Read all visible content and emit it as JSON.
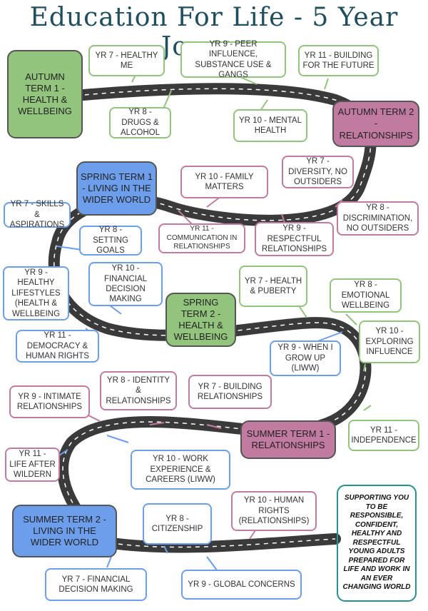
{
  "title": "Education For Life - 5 Year Journey",
  "terms": {
    "autumn1": "AUTUMN TERM 1 - HEALTH & WELLBEING",
    "autumn2": "AUTUMN TERM 2 - RELATIONSHIPS",
    "spring1": "SPRING TERM 1 - LIVING IN THE WIDER WORLD",
    "spring2": "SPRING TERM 2 - HEALTH & WELLBEING",
    "summer1": "SUMMER TERM 1 - RELATIONSHIPS",
    "summer2": "SUMMER TERM 2 - LIVING IN THE WIDER WORLD"
  },
  "topics": {
    "a1_y7": "YR 7 - HEALTHY ME",
    "a1_y8": "YR 8 - DRUGS & ALCOHOL",
    "a1_y9": "YR 9 - PEER INFLUENCE, SUBSTANCE USE & GANGS",
    "a1_y10": "YR 10 - MENTAL HEALTH",
    "a1_y11": "YR 11 - BUILDING FOR THE FUTURE",
    "a2_y7": "YR 7 - DIVERSITY, NO OUTSIDERS",
    "a2_y8": "YR 8 - DISCRIMINATION, NO OUTSIDERS",
    "a2_y9": "YR 9 - RESPECTFUL RELATIONSHIPS",
    "a2_y10": "YR 10 - FAMILY MATTERS",
    "a2_y11": "YR 11 - COMMUNICATION IN RELATIONSHIPS",
    "s1_y7": "YR 7 - SKILLS & ASPIRATIONS",
    "s1_y8": "YR 8 - SETTING GOALS",
    "s1_y9": "YR 9 - HEALTHY LIFESTYLES (HEALTH & WELLBEING",
    "s1_y10": "YR 10 - FINANCIAL DECISION MAKING",
    "s1_y11": "YR 11 - DEMOCRACY & HUMAN RIGHTS",
    "s2_y7": "YR 7 - HEALTH & PUBERTY",
    "s2_y8": "YR 8 - EMOTIONAL WELLBEING",
    "s2_y9": "YR 9 - WHEN I GROW UP (LIWW)",
    "s2_y10": "YR 10 - EXPLORING INFLUENCE",
    "s2_y11": "YR 11 - INDEPENDENCE",
    "su1_y7": "YR 7 - BUILDING RELATIONSHIPS",
    "su1_y8": "YR 8 - IDENTITY & RELATIONSHIPS",
    "su1_y9": "YR 9 - INTIMATE RELATIONSHIPS",
    "su1_y10": "YR 10 - WORK EXPERIENCE & CAREERS (LIWW)",
    "su1_y11": "YR 11 - LIFE AFTER WILDERN",
    "su2_y7": "YR 7 - FINANCIAL DECISION MAKING",
    "su2_y8": "YR 8 - CITIZENSHIP",
    "su2_y9": "YR 9 - GLOBAL CONCERNS",
    "su2_y10": "YR 10 - HUMAN RIGHTS (RELATIONSHIPS)"
  },
  "mission": "SUPPORTING YOU TO BE RESPONSIBLE, CONFIDENT, HEALTHY AND RESPECTFUL YOUNG ADULTS PREPARED FOR LIFE AND WORK IN AN EVER CHANGING WORLD",
  "colors": {
    "green": "#93c47d",
    "pink": "#c27ba0",
    "blue": "#6d9eeb",
    "road": "#3a3a3a",
    "title": "#1f4e5f",
    "mission_border": "#2a8f8f"
  }
}
